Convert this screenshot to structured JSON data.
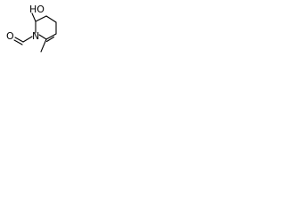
{
  "molecule": {
    "atoms": {
      "hydroxyl": "HO",
      "nitrogen": "N",
      "carbonyl_oxygen": "O"
    },
    "colors": {
      "bond": "#000000",
      "label": "#000000",
      "background": "#ffffff"
    }
  }
}
